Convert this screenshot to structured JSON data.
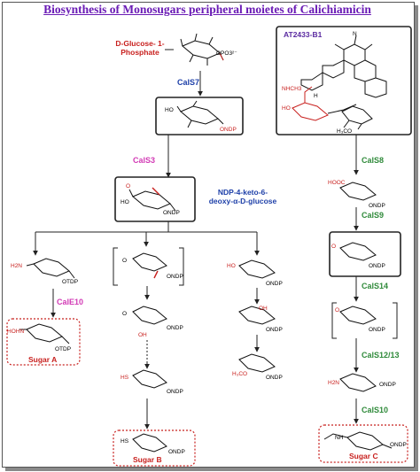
{
  "title": "Biosynthesis of Monosugars peripheral moietes of Calichiamicin",
  "colors": {
    "title": "#6a1bb5",
    "red": "#c8201e",
    "blue": "#1d3fa8",
    "magenta": "#d23ab5",
    "green": "#2f8a3a",
    "purple": "#5a2aa0"
  },
  "start": {
    "name_line1": "D-Glucose- 1-",
    "name_line2": "Phosphate",
    "substituent": "OPO3²⁻"
  },
  "intermediate": {
    "line1": "NDP-4-keto-6-",
    "line2": "deoxy-α-D-glucose"
  },
  "at_box": {
    "label": "AT2433-B1"
  },
  "enzymes": {
    "cals7": "CalS7",
    "cals3": "CalS3",
    "cals8": "CalS8",
    "cals9": "CalS9",
    "cals14": "CalS14",
    "cals12_13": "CalS12/13",
    "cals10": "CalS10",
    "cale10": "CalE10"
  },
  "sugars": {
    "a": "Sugar A",
    "b": "Sugar B",
    "c": "Sugar C"
  },
  "groups": {
    "oh": "HO",
    "oh2": "OH",
    "o": "O",
    "odtp": "OTDP",
    "ondp": "ONDP",
    "ndp": "ONDP",
    "h2n": "H2N",
    "hohn": "HOHN",
    "hs": "HS",
    "hooc": "HOOC",
    "h3co": "H₃CO",
    "nh": "NH",
    "nhch3": "NHCH3",
    "n": "N",
    "h": "H"
  }
}
